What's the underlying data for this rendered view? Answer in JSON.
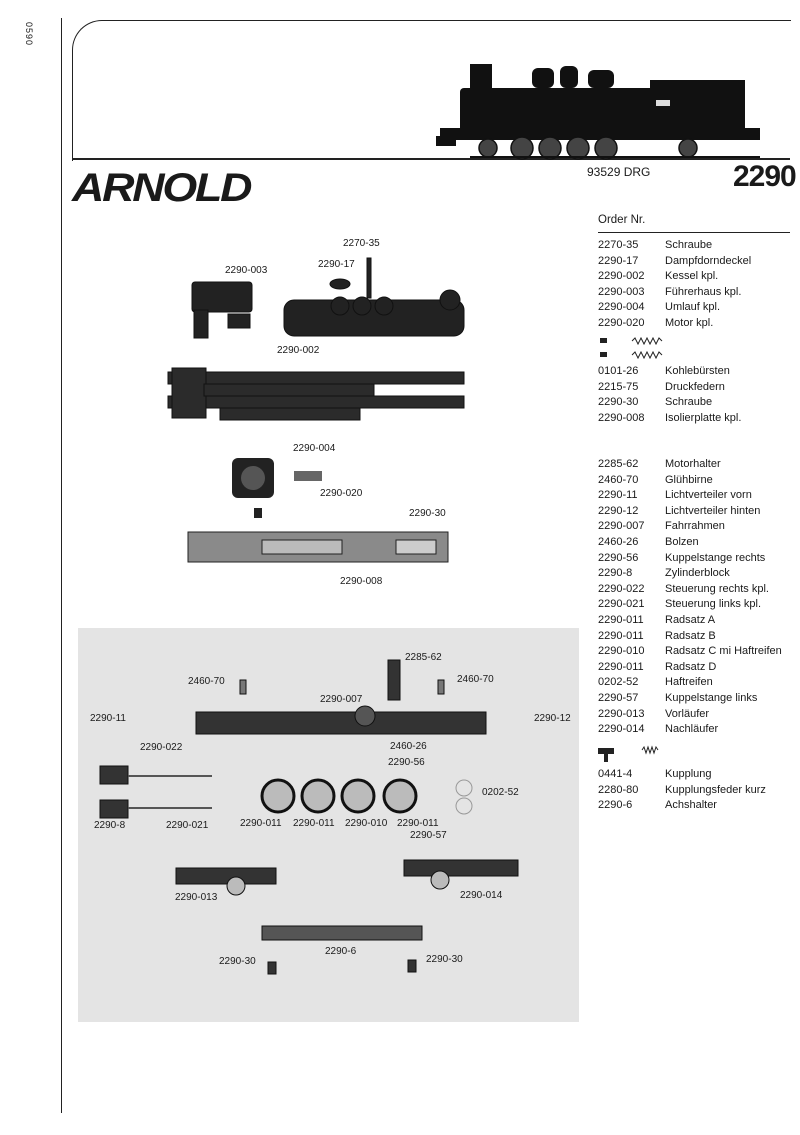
{
  "side_code": "0590",
  "brand": "ARNOLD",
  "locomotive": "93529 DRG",
  "model_number": "2290",
  "order_header": "Order Nr.",
  "parts_group_1": [
    {
      "num": "2270-35",
      "name": "Schraube"
    },
    {
      "num": "2290-17",
      "name": "Dampfdorndeckel"
    },
    {
      "num": "2290-002",
      "name": "Kessel kpl."
    },
    {
      "num": "2290-003",
      "name": "Führerhaus kpl."
    },
    {
      "num": "2290-004",
      "name": "Umlauf kpl."
    },
    {
      "num": "2290-020",
      "name": "Motor kpl."
    }
  ],
  "parts_group_2": [
    {
      "num": "0101-26",
      "name": "Kohlebürsten"
    },
    {
      "num": "2215-75",
      "name": "Druckfedern"
    },
    {
      "num": "2290-30",
      "name": "Schraube"
    },
    {
      "num": "2290-008",
      "name": "Isolierplatte kpl."
    }
  ],
  "parts_group_3": [
    {
      "num": "2285-62",
      "name": "Motorhalter"
    },
    {
      "num": "2460-70",
      "name": "Glühbirne"
    },
    {
      "num": "2290-11",
      "name": "Lichtverteiler vorn"
    },
    {
      "num": "2290-12",
      "name": "Lichtverteiler hinten"
    },
    {
      "num": "2290-007",
      "name": "Fahrrahmen"
    },
    {
      "num": "2460-26",
      "name": "Bolzen"
    },
    {
      "num": "2290-56",
      "name": "Kuppelstange rechts"
    },
    {
      "num": "2290-8",
      "name": "Zylinderblock"
    },
    {
      "num": "2290-022",
      "name": "Steuerung rechts kpl."
    },
    {
      "num": "2290-021",
      "name": "Steuerung links kpl."
    },
    {
      "num": "2290-011",
      "name": "Radsatz A"
    },
    {
      "num": "2290-011",
      "name": "Radsatz B"
    },
    {
      "num": "2290-010",
      "name": "Radsatz C mi Haftreifen"
    },
    {
      "num": "2290-011",
      "name": "Radsatz D"
    },
    {
      "num": "0202-52",
      "name": "Haftreifen"
    },
    {
      "num": "2290-57",
      "name": "Kuppelstange links"
    },
    {
      "num": "2290-013",
      "name": "Vorläufer"
    },
    {
      "num": "2290-014",
      "name": "Nachläufer"
    }
  ],
  "parts_group_4": [
    {
      "num": "0441-4",
      "name": "Kupplung"
    },
    {
      "num": "2280-80",
      "name": "Kupplungsfeder kurz"
    },
    {
      "num": "2290-6",
      "name": "Achshalter"
    }
  ],
  "diagram_labels": {
    "l_2270_35": "2270-35",
    "l_2290_003": "2290-003",
    "l_2290_17": "2290-17",
    "l_2290_002": "2290-002",
    "l_2290_004": "2290-004",
    "l_2290_020": "2290-020",
    "l_2290_30_top": "2290-30",
    "l_2290_008": "2290-008",
    "l_2285_62": "2285-62",
    "l_2460_70_a": "2460-70",
    "l_2460_70_b": "2460-70",
    "l_2290_007": "2290-007",
    "l_2290_11": "2290-11",
    "l_2290_12": "2290-12",
    "l_2290_022": "2290-022",
    "l_2460_26": "2460-26",
    "l_2290_56": "2290-56",
    "l_0202_52": "0202-52",
    "l_2290_8": "2290-8",
    "l_2290_021": "2290-021",
    "l_w1": "2290-011",
    "l_w2": "2290-011",
    "l_w3": "2290-010",
    "l_w4": "2290-011",
    "l_2290_57": "2290-57",
    "l_2290_013": "2290-013",
    "l_2290_014": "2290-014",
    "l_2290_30_a": "2290-30",
    "l_2290_6": "2290-6",
    "l_2290_30_b": "2290-30"
  }
}
